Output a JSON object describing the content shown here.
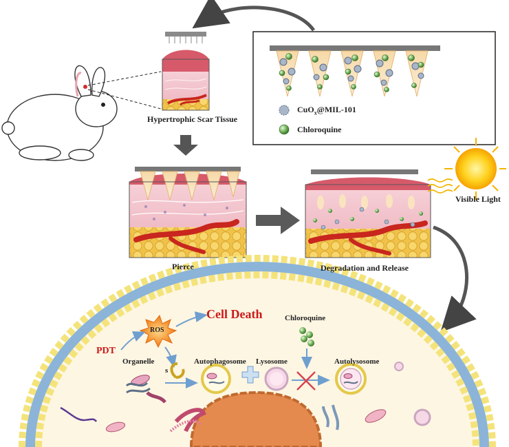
{
  "labels": {
    "scar_tissue": "Hypertrophic Scar Tissue",
    "pierce": "Pierce",
    "release": "Degradation and Release",
    "visible_light": "Visible Light",
    "cell_death": "Cell Death",
    "ros": "ROS",
    "pdt": "PDT",
    "chloroquine": "Chloroquine",
    "organelles": "Organelle",
    "organelles_suffix": "s",
    "autophagosome": "Autophagosome",
    "lysosome": "Lysosome",
    "autolysosome": "Autolysosome"
  },
  "legend": {
    "cuox_prefix": "CuO",
    "cuox_sub": "x",
    "cuox_suffix": "@MIL-101",
    "chloroquine": "Chloroquine"
  },
  "colors": {
    "accent_red": "#cc1a1a",
    "arrow_gray": "#5a5a5a",
    "skin_pink": "#f3c6cf",
    "fat_yellow": "#f2c94c",
    "vessel_red": "#c8261e",
    "cytoplasm": "#fdf6e3",
    "membrane_yellow": "#f7e98a",
    "membrane_blue": "#8bb4d8"
  }
}
